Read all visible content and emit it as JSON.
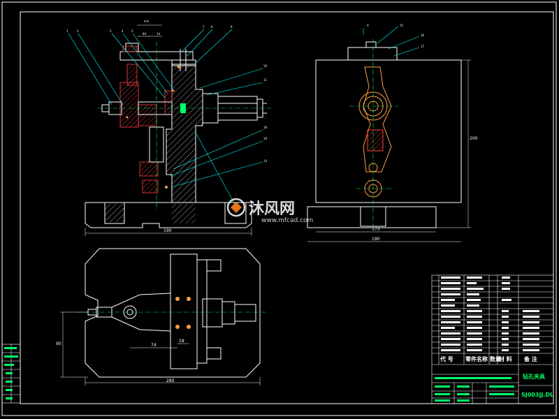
{
  "colors": {
    "background": "#000000",
    "outline": "#ffffff",
    "leader": "#00ffff",
    "hatch": "#ff4040",
    "accent": "#ffa040",
    "center": "#00ff66",
    "watermark": "#ffffff"
  },
  "front_view": {
    "section_label": "A-A",
    "callouts": [
      "1",
      "2",
      "3",
      "4",
      "5",
      "7",
      "8",
      "9",
      "10",
      "11",
      "14",
      "18",
      "19"
    ],
    "dims": {
      "width_bottom": "190",
      "bore_left": "84",
      "pitch": "14"
    }
  },
  "side_view": {
    "section_label": "A",
    "callouts": [
      "15",
      "16",
      "17"
    ],
    "dims": {
      "height": "200",
      "width_inner": "173",
      "width_outer": "190"
    }
  },
  "top_view": {
    "dims": {
      "length": "280",
      "offset": "74",
      "hole": "18",
      "height": "90"
    }
  },
  "title_block": {
    "header": {
      "code": "代 号",
      "name": "零件名称",
      "qty": "数量",
      "material": "材 料",
      "remark": "备 注"
    },
    "drawing_title": "钻孔夹具",
    "drawing_number": "SJ003JJ.DL"
  },
  "watermark": {
    "brand": "沐风网",
    "url": "www.mfcad.com",
    "logo_icon": "mfcad-logo-icon"
  }
}
